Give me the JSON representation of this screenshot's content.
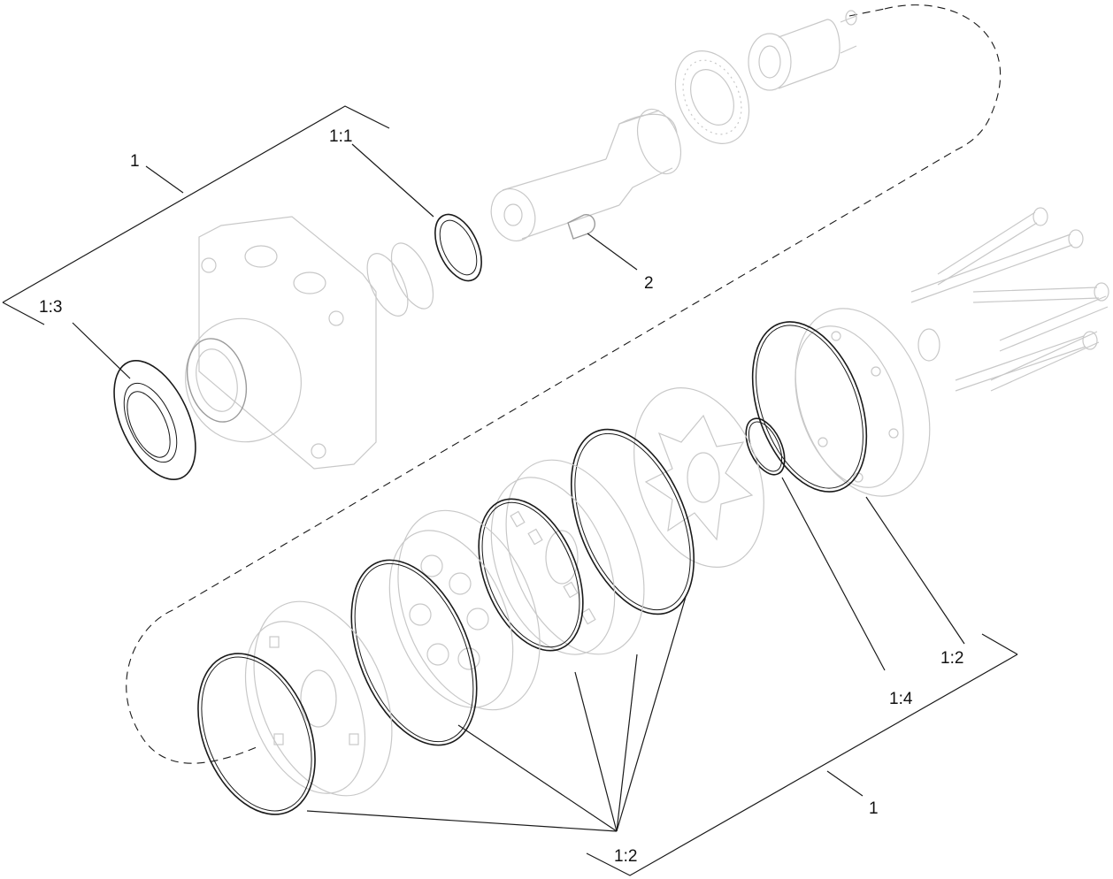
{
  "diagram": {
    "callouts": {
      "c1_top": "1",
      "c1_1": "1:1",
      "c1_3": "1:3",
      "c2": "2",
      "c1_2_right": "1:2",
      "c1_4": "1:4",
      "c1_bottom": "1",
      "c1_2_bottom": "1:2"
    },
    "colors": {
      "line": "#1a1a1a",
      "part_outline": "#c8c8c8",
      "background": "#ffffff"
    }
  }
}
